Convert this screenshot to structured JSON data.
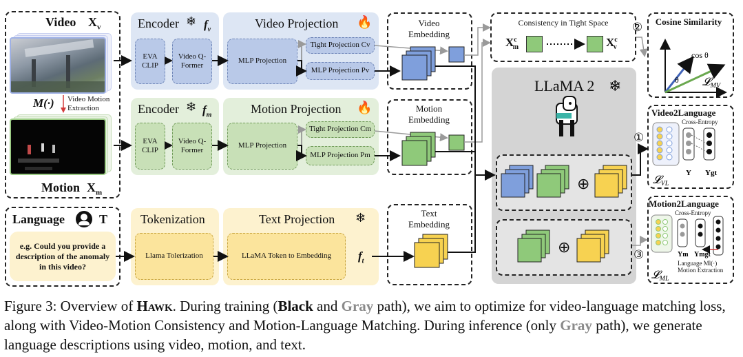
{
  "inputs": {
    "video_label": "Video",
    "video_var": "Xv",
    "motion_func": "M(·)",
    "motion_extraction": "Video Motion Extraction",
    "motion_label": "Motion",
    "motion_var": "Xm",
    "language_label": "Language",
    "language_var": "T",
    "prompt": "e.g. Could you provide a description of the anomaly in this video?"
  },
  "encoders": {
    "video_title": "Encoder",
    "video_var": "fv",
    "motion_title": "Encoder",
    "motion_var": "fm",
    "eva": "EVA CLIP",
    "qformer": "Video Q-Former"
  },
  "projections": {
    "video_title": "Video Projection",
    "motion_title": "Motion Projection",
    "mlp": "MLP Projection",
    "tight_cv": "Tight Projection Cv",
    "mlp_pv": "MLP Projection Pv",
    "tight_cm": "Tight Projection Cm",
    "mlp_pm": "MLP Projection Pm"
  },
  "text_branch": {
    "tokenization_title": "Tokenization",
    "llama_tokenization": "Llama Tolerization",
    "text_projection_title": "Text Projection",
    "llama_embed": "LLaMA Token to Embedding",
    "ft": "ft"
  },
  "embeddings": {
    "video": "Video Embedding",
    "motion": "Motion Embedding",
    "text": "Text Embedding"
  },
  "consistency": {
    "title": "Consistency in Tight Space",
    "xm": "Xcm",
    "xv": "Xcv",
    "step": "②"
  },
  "cosine": {
    "title": "Cosine Similarity",
    "theta": "θ",
    "cos": "cos θ",
    "loss": "LMV"
  },
  "llama": {
    "title": "LLaMA 2",
    "oplus": "⊕"
  },
  "v2l": {
    "title": "Video2Language",
    "ce": "Cross-Entropy",
    "loss": "LVL",
    "y": "Y",
    "ygt": "Ygt",
    "step": "①"
  },
  "m2l": {
    "title": "Motion2Language",
    "ce": "Cross-Entropy",
    "loss": "LML",
    "ym": "Ym",
    "ymgt": "Ymgt",
    "extraction": "Language Ml(·) Motion Extraction",
    "step": "③"
  },
  "caption": {
    "prefix": "Figure 3: Overview of",
    "name": "Hawk",
    "part1": ". During training (",
    "black": "Black",
    "and": "and",
    "gray": "Gray",
    "part2": "path), we aim to optimize for video-language matching loss, along with Video-Motion Consistency and Motion-Language Matching. During inference (only",
    "gray2": "Gray",
    "part3": "path), we generate language descriptions using video, motion, and text."
  },
  "colors": {
    "blue": "#7f9fdc",
    "green": "#8fc97a",
    "yellow": "#f7d251",
    "gray_panel": "#d4d4d4"
  }
}
